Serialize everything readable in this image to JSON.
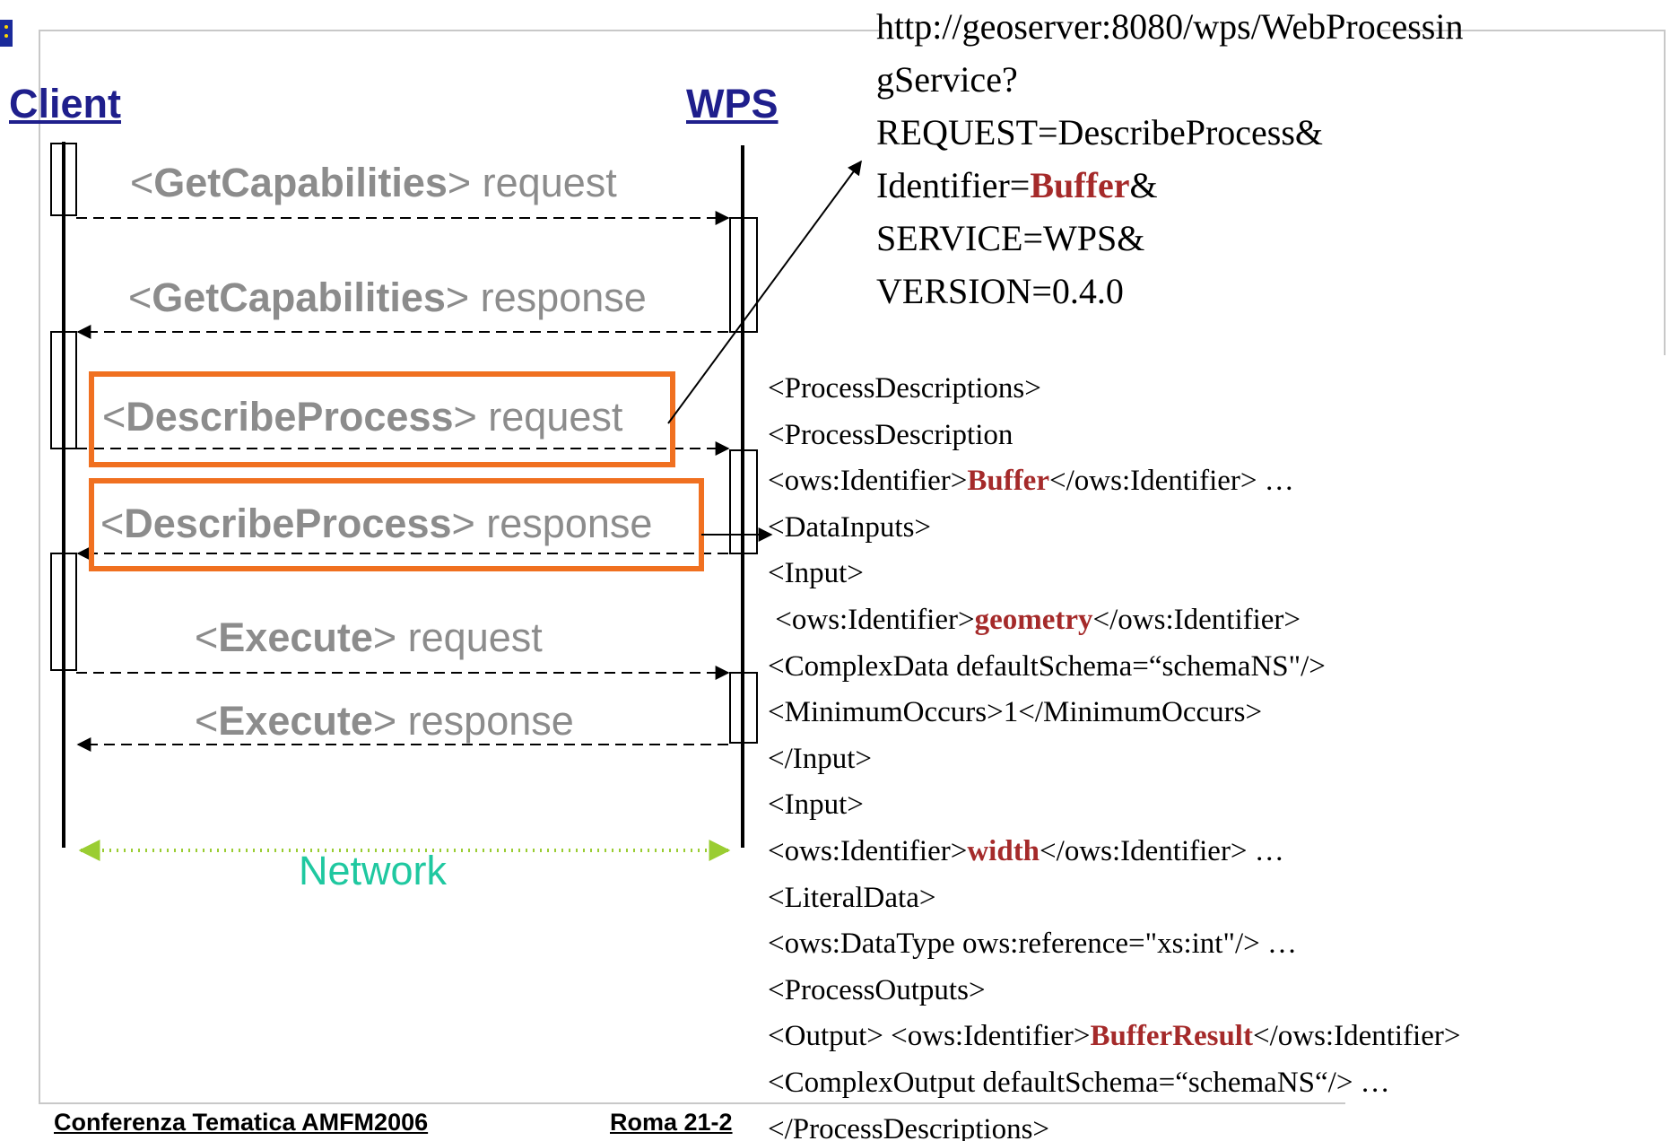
{
  "actors": {
    "client": "Client",
    "wps": "WPS"
  },
  "messages": [
    {
      "bracket_open": "<",
      "name": "GetCapabilities",
      "bracket_close": ">",
      "suffix": " request"
    },
    {
      "bracket_open": "<",
      "name": "GetCapabilities",
      "bracket_close": ">",
      "suffix": " response"
    },
    {
      "bracket_open": "<",
      "name": "DescribeProcess",
      "bracket_close": ">",
      "suffix": " request"
    },
    {
      "bracket_open": "<",
      "name": "DescribeProcess",
      "bracket_close": ">",
      "suffix": " response"
    },
    {
      "bracket_open": "<",
      "name": "Execute",
      "bracket_close": ">",
      "suffix": " request"
    },
    {
      "bracket_open": "<",
      "name": "Execute",
      "bracket_close": ">",
      "suffix": " response"
    }
  ],
  "network_label": "Network",
  "request_url": {
    "line1": "http://geoserver:8080/wps/WebProcessin",
    "line2": "gService?",
    "line3": "REQUEST=DescribeProcess&",
    "line4_pre": "Identifier=",
    "line4_hl": "Buffer",
    "line4_post": "&",
    "line5": "SERVICE=WPS&",
    "line6": "VERSION=0.4.0"
  },
  "xml_response": [
    {
      "pre": "<ProcessDescriptions>",
      "hl": "",
      "post": ""
    },
    {
      "pre": "<ProcessDescription",
      "hl": "",
      "post": ""
    },
    {
      "pre": "<ows:Identifier>",
      "hl": "Buffer",
      "post": "</ows:Identifier> …"
    },
    {
      "pre": "<DataInputs>",
      "hl": "",
      "post": ""
    },
    {
      "pre": "<Input>",
      "hl": "",
      "post": ""
    },
    {
      "pre": " <ows:Identifier>",
      "hl": "geometry",
      "post": "</ows:Identifier>"
    },
    {
      "pre": "<ComplexData defaultSchema=“schemaNS\"/>",
      "hl": "",
      "post": ""
    },
    {
      "pre": "<MinimumOccurs>1</MinimumOccurs>",
      "hl": "",
      "post": ""
    },
    {
      "pre": "</Input>",
      "hl": "",
      "post": ""
    },
    {
      "pre": "<Input>",
      "hl": "",
      "post": ""
    },
    {
      "pre": "<ows:Identifier>",
      "hl": "width",
      "post": "</ows:Identifier> …"
    },
    {
      "pre": "<LiteralData>",
      "hl": "",
      "post": ""
    },
    {
      "pre": "<ows:DataType ows:reference=\"xs:int\"/> …",
      "hl": "",
      "post": ""
    },
    {
      "pre": "<ProcessOutputs>",
      "hl": "",
      "post": ""
    },
    {
      "pre": "<Output> <ows:Identifier>",
      "hl": "BufferResult",
      "post": "</ows:Identifier>"
    },
    {
      "pre": "<ComplexOutput defaultSchema=“schemaNS“/> …",
      "hl": "",
      "post": ""
    },
    {
      "pre": "</ProcessDescriptions>",
      "hl": "",
      "post": ""
    }
  ],
  "footer": {
    "left": "Conferenza Tematica AMFM2006",
    "right": "Roma 21-2"
  },
  "colors": {
    "message_text": "#8c8c8c",
    "actor_text": "#1f1f8c",
    "highlight": "#a52a2a",
    "callout_box": "#f07020",
    "network_text": "#1fc8a0",
    "network_arrow": "#9acd32"
  },
  "icons": {
    "logo": "eu-flag-icon"
  }
}
